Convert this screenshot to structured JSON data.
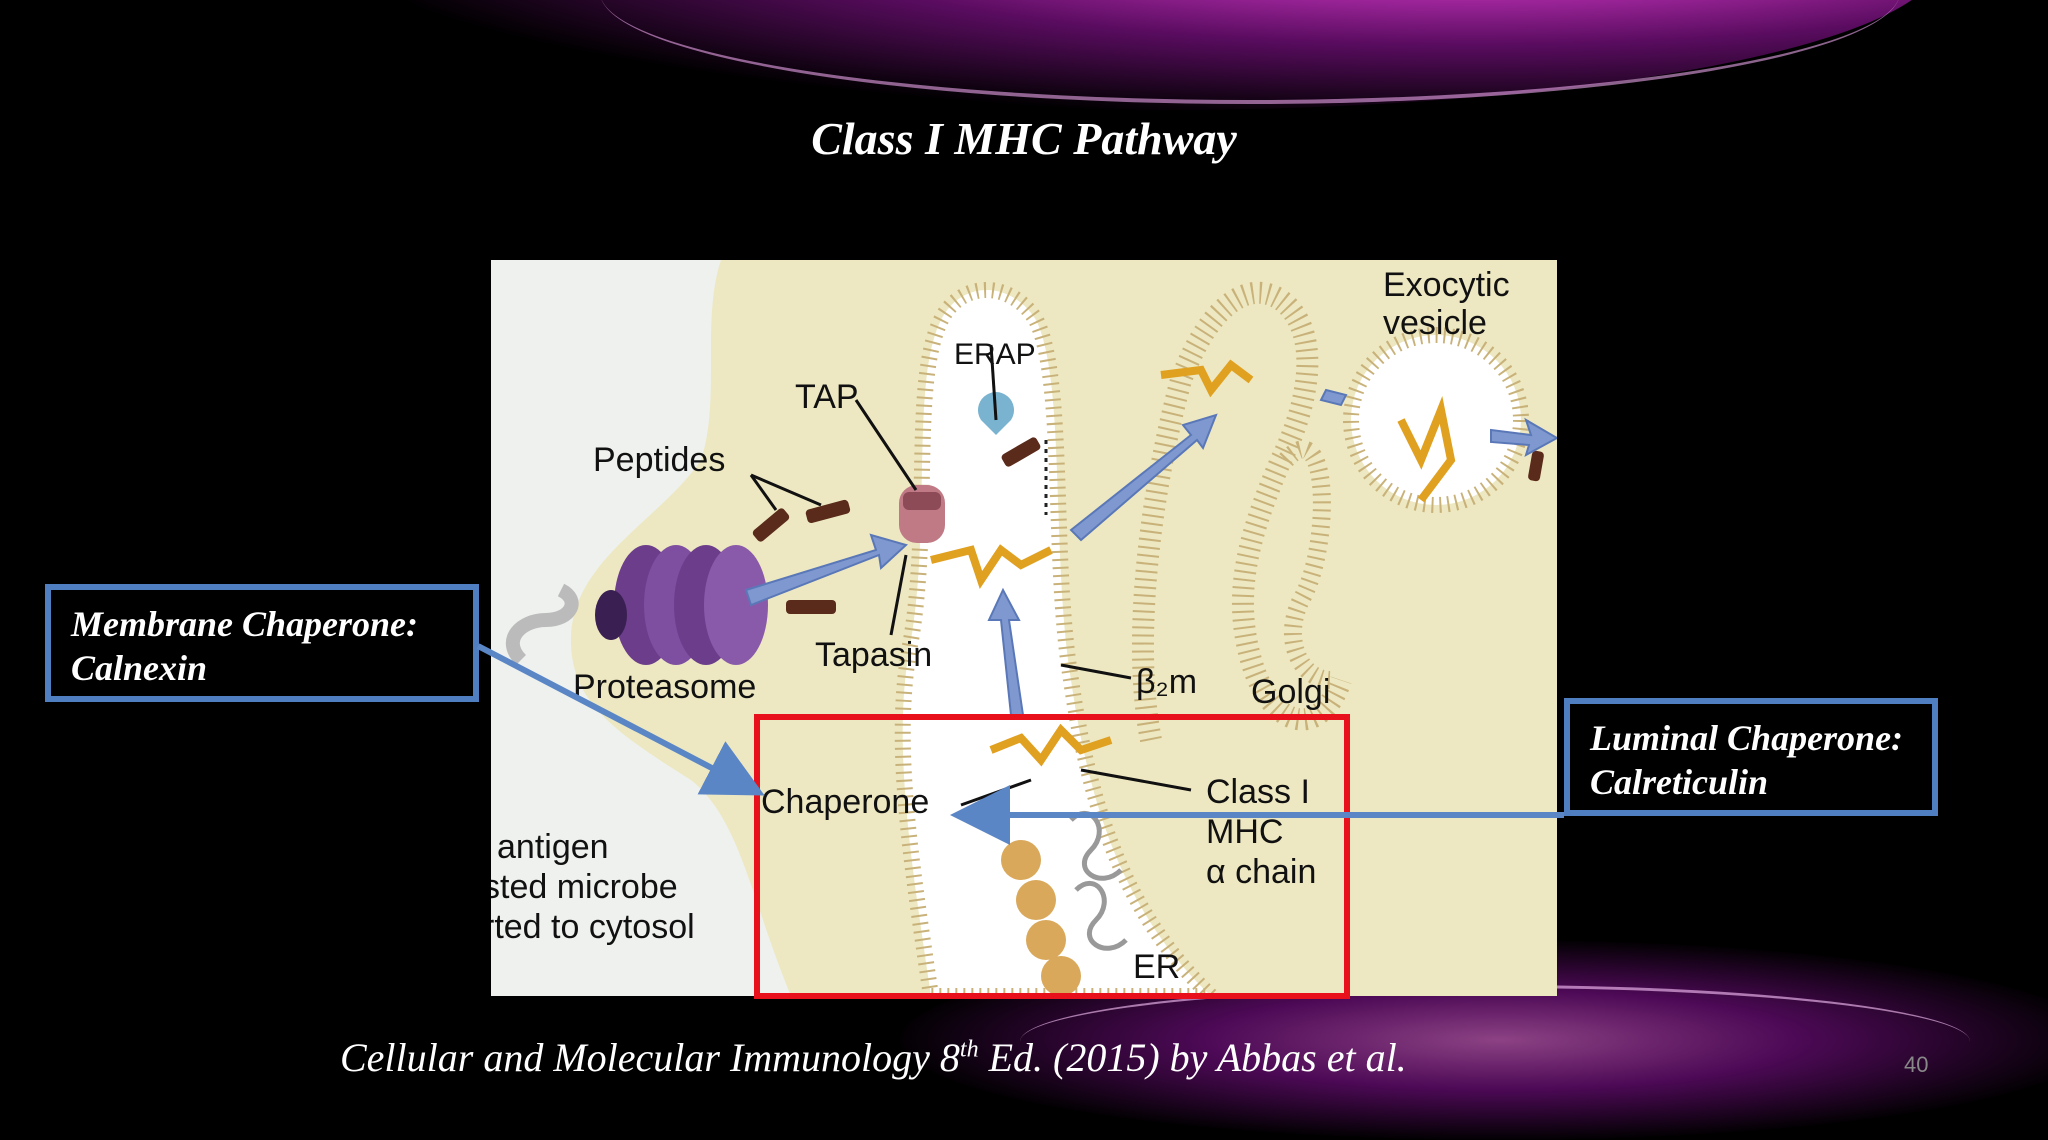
{
  "slide": {
    "title": "Class I MHC Pathway",
    "page_number": "40"
  },
  "citation": {
    "prefix": "Cellular and Molecular Immunology 8",
    "sup": "th",
    "suffix": " Ed. (2015) by Abbas et al."
  },
  "figure": {
    "labels": {
      "exocytic": "Exocytic",
      "vesicle": "vesicle",
      "erap": "ERAP",
      "tap": "TAP",
      "peptides": "Peptides",
      "proteasome": "Proteasome",
      "tapasin": "Tapasin",
      "b2m": "β₂m",
      "golgi": "Golgi",
      "chaperone": "Chaperone",
      "class_i": "Class I",
      "mhc": "MHC",
      "alpha_chain": "α chain",
      "er": "ER",
      "antigen_line1": "antigen",
      "antigen_line2": "sted microbe",
      "antigen_line3": "rted to cytosol"
    }
  },
  "callouts": {
    "membrane_line1": "Membrane Chaperone:",
    "membrane_line2": "Calnexin",
    "luminal_line1": "Luminal Chaperone:",
    "luminal_line2": "Calreticulin"
  },
  "colors": {
    "callout_border": "#4f7fc0",
    "highlight_box": "#e8101a"
  }
}
